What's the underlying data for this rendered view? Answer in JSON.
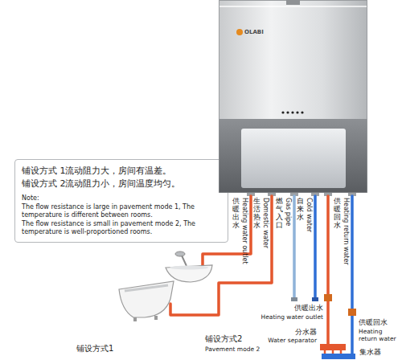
{
  "diagram": {
    "nodes": [
      {
        "text": [
          "铺设方式 1流动阻力大，房间有温差。",
          "铺设方式 2流动阻力小，房间温度均匀。",
          "Note:",
          "The flow resistance is large in pavement mode 1, The temperature is different between rooms.",
          "The flow resistance is small in pavement mode 2, The temperature is well-proportioned rooms."
        ]
      },
      {
        "text": [
          "OLABI"
        ]
      }
    ],
    "labels": [
      "供暖出水",
      "Heating water outlet",
      "生活热水",
      "Domestic water",
      "燃气入口",
      "Gas pipe",
      "自来水",
      "Cold water",
      "供暖回水",
      "Heating return water",
      "铺设方式1",
      "铺设方式2",
      "Pavement mode 2",
      "供暖出水",
      "Heating water outlet",
      "分水器",
      "Water separator",
      "供暖回水",
      "Heating return water",
      "集水器"
    ]
  }
}
